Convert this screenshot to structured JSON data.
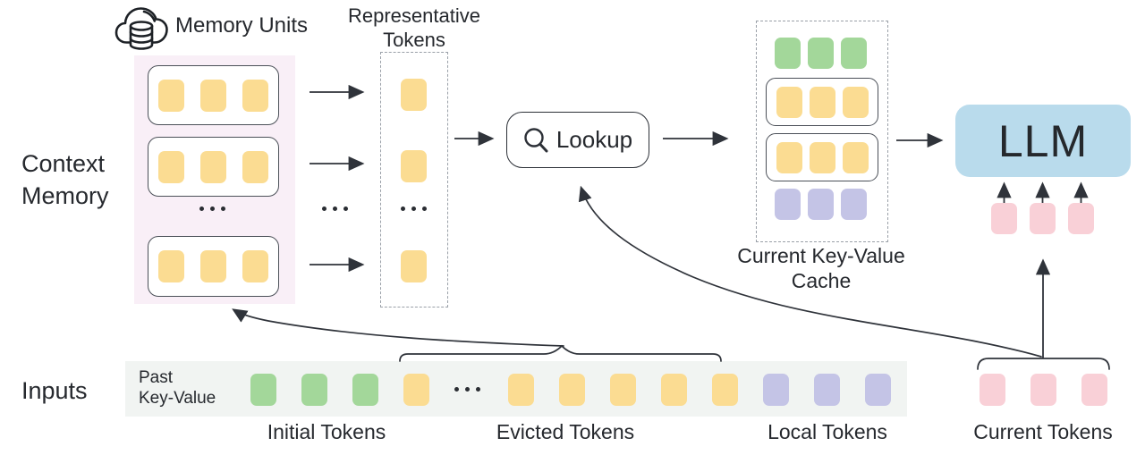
{
  "diagram_title_context": "Context memory architecture for LLM inference",
  "context_memory": {
    "label": "Context\nMemory",
    "memory_units_label": "Memory Units",
    "unit_count_shown": 3
  },
  "representative": {
    "label": "Representative\nTokens"
  },
  "lookup": {
    "label": "Lookup"
  },
  "cache": {
    "label": "Current Key-Value\nCache"
  },
  "llm": {
    "label": "LLM"
  },
  "inputs": {
    "label": "Inputs",
    "past_key_value": "Past\nKey-Value",
    "groups": [
      {
        "label": "Initial Tokens",
        "color": "green"
      },
      {
        "label": "Evicted Tokens",
        "color": "yellow"
      },
      {
        "label": "Local Tokens",
        "color": "purple"
      },
      {
        "label": "Current Tokens",
        "color": "pink"
      }
    ]
  },
  "rows": {
    "memory": {
      "color": "yellow",
      "count": 3,
      "name": "memory-token"
    },
    "rep_single": {
      "color": "yellow",
      "count": 1,
      "name": "representative-token"
    },
    "cache_initial": {
      "color": "green",
      "count": 3,
      "name": "initial-token"
    },
    "cache_unit": {
      "color": "yellow",
      "count": 3,
      "name": "memory-unit-token"
    },
    "cache_local": {
      "color": "purple",
      "count": 3,
      "name": "local-token"
    },
    "strip_initial": {
      "color": "green",
      "count": 3,
      "name": "initial-token"
    },
    "strip_evicted_head": {
      "color": "yellow",
      "count": 1,
      "name": "evicted-token"
    },
    "strip_evicted_tail": {
      "color": "yellow",
      "count": 5,
      "name": "evicted-token"
    },
    "strip_local": {
      "color": "purple",
      "count": 3,
      "name": "local-token"
    },
    "current": {
      "color": "pink",
      "count": 3,
      "name": "current-token"
    },
    "llm_feed": {
      "color": "pink",
      "count": 3,
      "name": "current-token"
    }
  },
  "colors": {
    "yellow_token": "#fbdc92",
    "green_token": "#a3d79a",
    "purple_token": "#c4c4e6",
    "pink_token": "#f9d0d7",
    "llm_box": "#b9dbec",
    "memory_panel": "#f9eff7",
    "input_strip": "#f1f4f2",
    "line": "#2f333a"
  },
  "connections": [
    "memory unit rows -> representative tokens",
    "representative tokens -> lookup",
    "lookup -> current key-value cache",
    "current key-value cache -> llm",
    "evicted tokens brace -> context memory",
    "current tokens bracket -> lookup",
    "current tokens bracket -> llm input tokens"
  ]
}
